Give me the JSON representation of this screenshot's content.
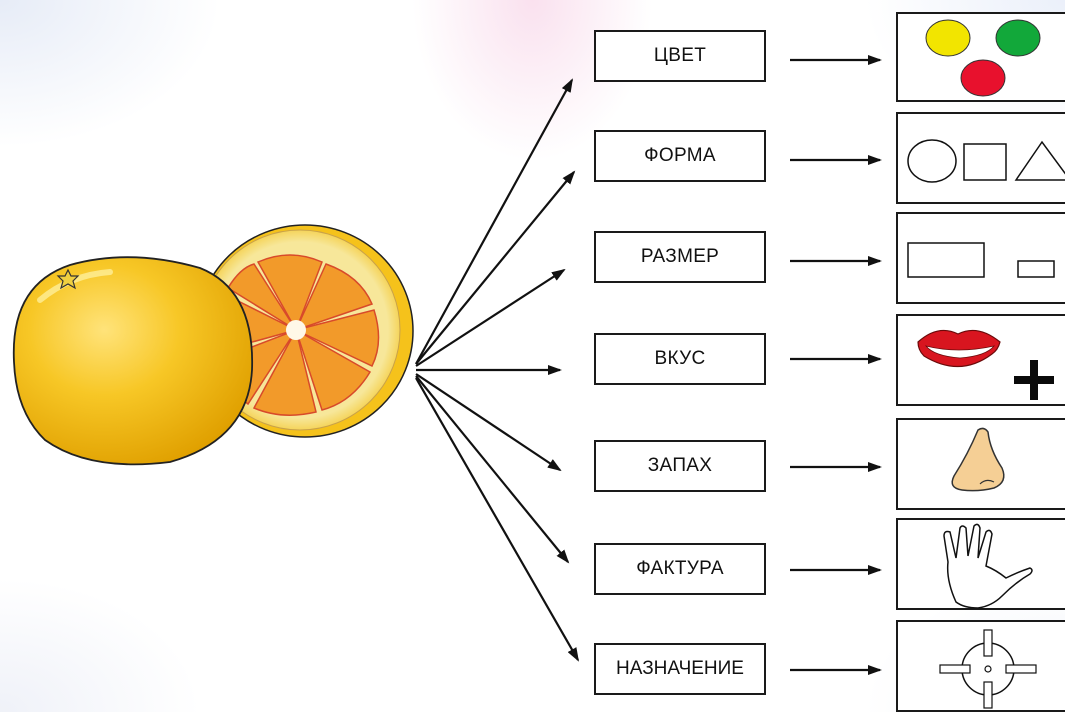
{
  "title": "",
  "colors": {
    "line": "#111111",
    "fruit_skin": "#f5c21b",
    "fruit_shadow": "#d99a00",
    "pulp": "#f29a2a",
    "dot_yellow": "#f2e500",
    "dot_green": "#12a83a",
    "dot_red": "#e8112d",
    "lips": "#d8151f",
    "nose": "#f5cf95"
  },
  "attributes": [
    {
      "label": "ЦВЕТ",
      "icon": "color-dots-icon"
    },
    {
      "label": "ФОРМА",
      "icon": "shapes-icon"
    },
    {
      "label": "РАЗМЕР",
      "icon": "size-rectangles-icon"
    },
    {
      "label": "ВКУС",
      "icon": "lips-plus-icon"
    },
    {
      "label": "ЗАПАХ",
      "icon": "nose-icon"
    },
    {
      "label": "ФАКТУРА",
      "icon": "hand-icon"
    },
    {
      "label": "НАЗНАЧЕНИЕ",
      "icon": "target-crosshair-icon"
    }
  ]
}
